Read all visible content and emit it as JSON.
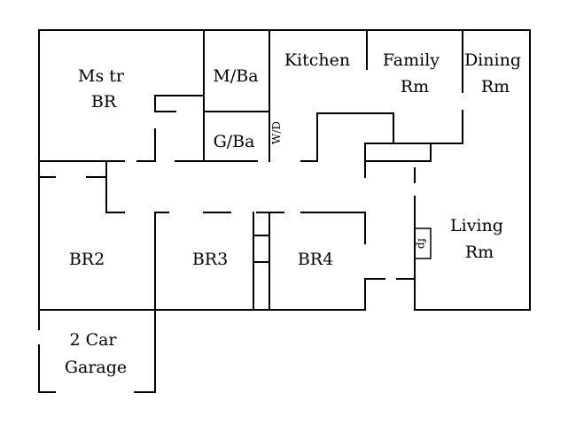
{
  "rooms": {
    "master_br": [
      "Ms tr",
      "BR"
    ],
    "master_bath": [
      "M/Ba"
    ],
    "guest_bath": [
      "G/Ba"
    ],
    "kitchen": [
      "Kitchen"
    ],
    "family_rm": [
      "Family",
      "Rm"
    ],
    "dining_rm": [
      "Dining",
      "Rm"
    ],
    "living_rm": [
      "Living",
      "Rm"
    ],
    "br2": [
      "BR2"
    ],
    "br3": [
      "BR3"
    ],
    "br4": [
      "BR4"
    ],
    "garage": [
      "2 Car",
      "Garage"
    ]
  },
  "fixtures": {
    "washer_dryer": "W/D",
    "fireplace": "fp"
  }
}
